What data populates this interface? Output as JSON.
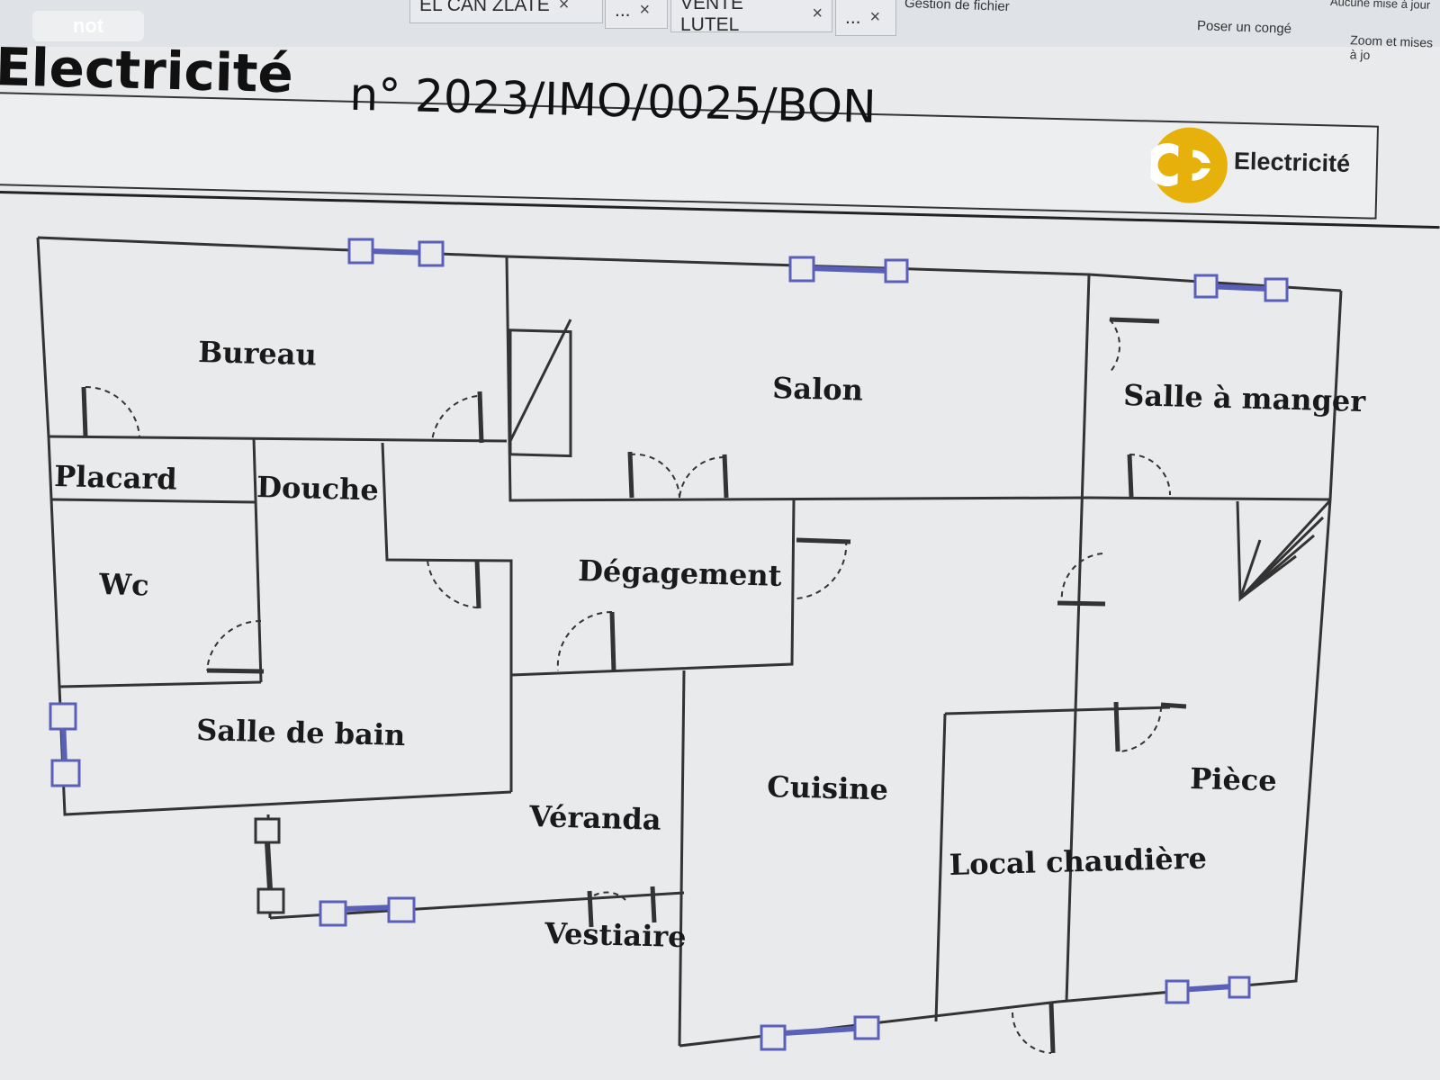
{
  "tabs": [
    {
      "label": "EL CAN ZLATE",
      "close": "×"
    },
    {
      "label": "...",
      "close": "×"
    },
    {
      "label": "VENTE LUTEL",
      "close": "×"
    },
    {
      "label": "...",
      "close": "×"
    }
  ],
  "watermark": "not",
  "toolbar": {
    "gestion": "Gestion de fichier",
    "conge": "Poser un congé",
    "maj": "Aucune mise à jour",
    "zoom": "Zoom et mises à jo"
  },
  "header": {
    "title": "Electricité",
    "number": "n° 2023/IMO/0025/BON",
    "logo_text": "Electricité",
    "logo_color": "#e7b10b"
  },
  "rooms": {
    "bureau": "Bureau",
    "salon": "Salon",
    "salle_manger": "Salle à manger",
    "placard": "Placard",
    "douche": "Douche",
    "wc": "Wc",
    "degagement": "Dégagement",
    "salle_bain": "Salle de bain",
    "veranda": "Véranda",
    "cuisine": "Cuisine",
    "piece": "Pièce",
    "local": "Local chaudière",
    "vestiaire": "Vestiaire"
  },
  "colors": {
    "window": "#5a5fb8",
    "wall": "#333333"
  }
}
